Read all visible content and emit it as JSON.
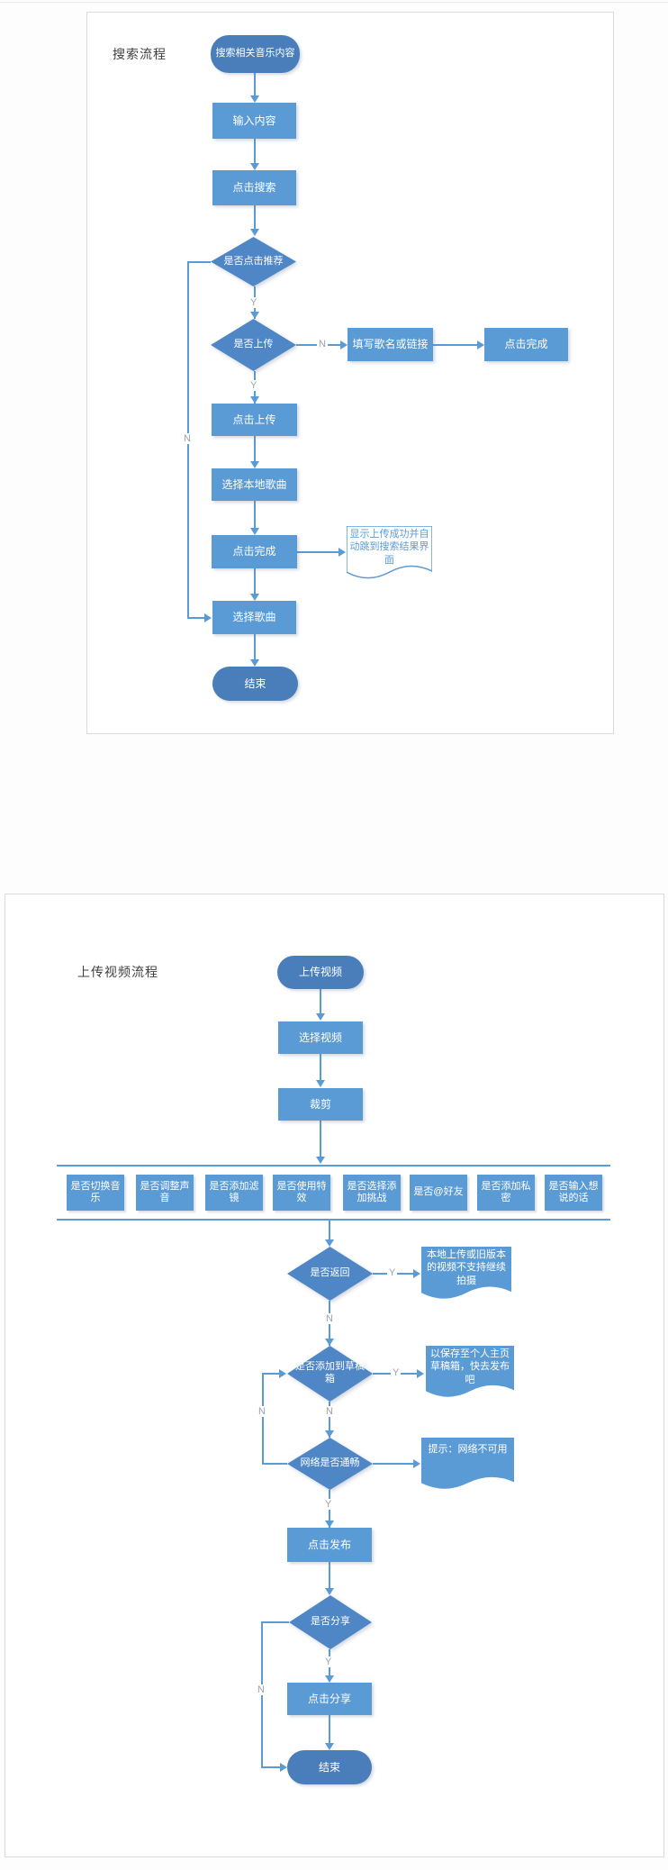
{
  "branch": {
    "yes": "Y",
    "no": "N"
  },
  "colors": {
    "process_fill": "#5b9bd5",
    "decision_fill": "#4f86c6",
    "terminator_fill": "#4a7ebb",
    "connector": "#5b9bd5",
    "branch_label": "#9aa3ad",
    "panel_border": "#d9dbe0",
    "document_outline_text": "#5b9bd5"
  },
  "chart1": {
    "title": "搜索流程",
    "start": "搜索相关音乐内容",
    "steps": {
      "input": "输入内容",
      "click_search": "点击搜索",
      "fill_song_or_link": "填写歌名或链接",
      "click_finish_right": "点击完成",
      "click_upload": "点击上传",
      "select_local_song": "选择本地歌曲",
      "click_finish": "点击完成",
      "select_song": "选择歌曲"
    },
    "decisions": {
      "click_recommend": "是否点击推荐",
      "upload": "是否上传"
    },
    "document_note": "显示上传成功并自动跳到搜索结果界面",
    "end": "结束"
  },
  "chart2": {
    "title": "上传视频流程",
    "start": "上传视频",
    "steps": {
      "select_video": "选择视频",
      "trim": "裁剪",
      "click_publish": "点击发布",
      "click_share": "点击分享"
    },
    "parallel_options": [
      "是否切换音乐",
      "是否调整声音",
      "是否添加滤镜",
      "是否使用特效",
      "是否选择添加挑战",
      "是否@好友",
      "是否添加私密",
      "是否输入想说的话"
    ],
    "decisions": {
      "go_back": "是否返回",
      "add_to_draft": "是否添加到草稿箱",
      "network_ok": "网络是否通畅",
      "share": "是否分享"
    },
    "documents": {
      "no_continue_shoot": "本地上传或旧版本的视频不支持继续拍摄",
      "saved_to_draft": "以保存至个人主页草稿箱，快去发布吧",
      "network_unavailable": "提示：网络不可用"
    },
    "end": "结束"
  }
}
